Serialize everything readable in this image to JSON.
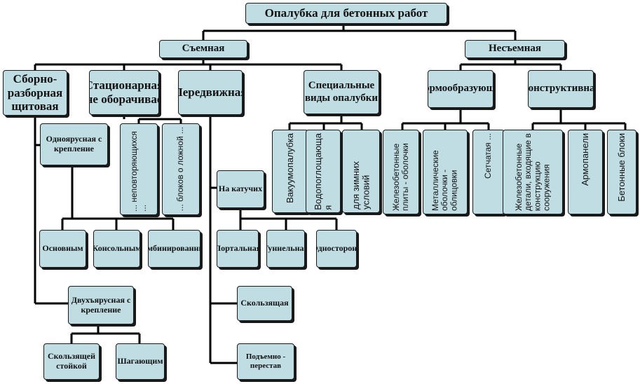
{
  "colors": {
    "box_fill": "#bfdde3",
    "line": "#000000"
  },
  "root": "Опалубка для бетонных работ",
  "removable": {
    "label": "Съемная",
    "assembly": {
      "label": "Сборно-разборная щитовая",
      "single_tier": "Одноярусная с крепление",
      "single_children": [
        "Основным",
        "Консольным",
        "Комбинированным"
      ],
      "double_tier": "Двухъярусная с крепление",
      "double_children": [
        "Скользящей стойкой",
        "Шагающим"
      ]
    },
    "stationary": {
      "label": "Стационарная не оборачивае",
      "children": [
        "... неповторяющихся ...",
        "... блоков о ложной ..."
      ]
    },
    "mobile": {
      "label": "Передвижная",
      "wheels": "На катучих",
      "wheels_children": [
        "Портальная",
        "Туннельная",
        "Одностороня"
      ],
      "sliding": "Скользящая",
      "lifting": "Подъемно - перестав"
    },
    "special": {
      "label": "Специальные виды опалубки",
      "children": [
        "Вакуумопалубка",
        "Водопоглощающа я",
        "для зимних условий"
      ]
    }
  },
  "fixed": {
    "label": "Несъемная",
    "forming": {
      "label": "Формообразующая",
      "children": [
        "Железобетонные плиты - оболочки",
        "Металлические оболочки - облицовки",
        "Сетчатая ..."
      ]
    },
    "structural": {
      "label": "Конструктивная",
      "children": [
        "Железобетонные детали, входящие в конструкцию сооружения",
        "Армопанели",
        "Бетонные блоки"
      ]
    }
  }
}
